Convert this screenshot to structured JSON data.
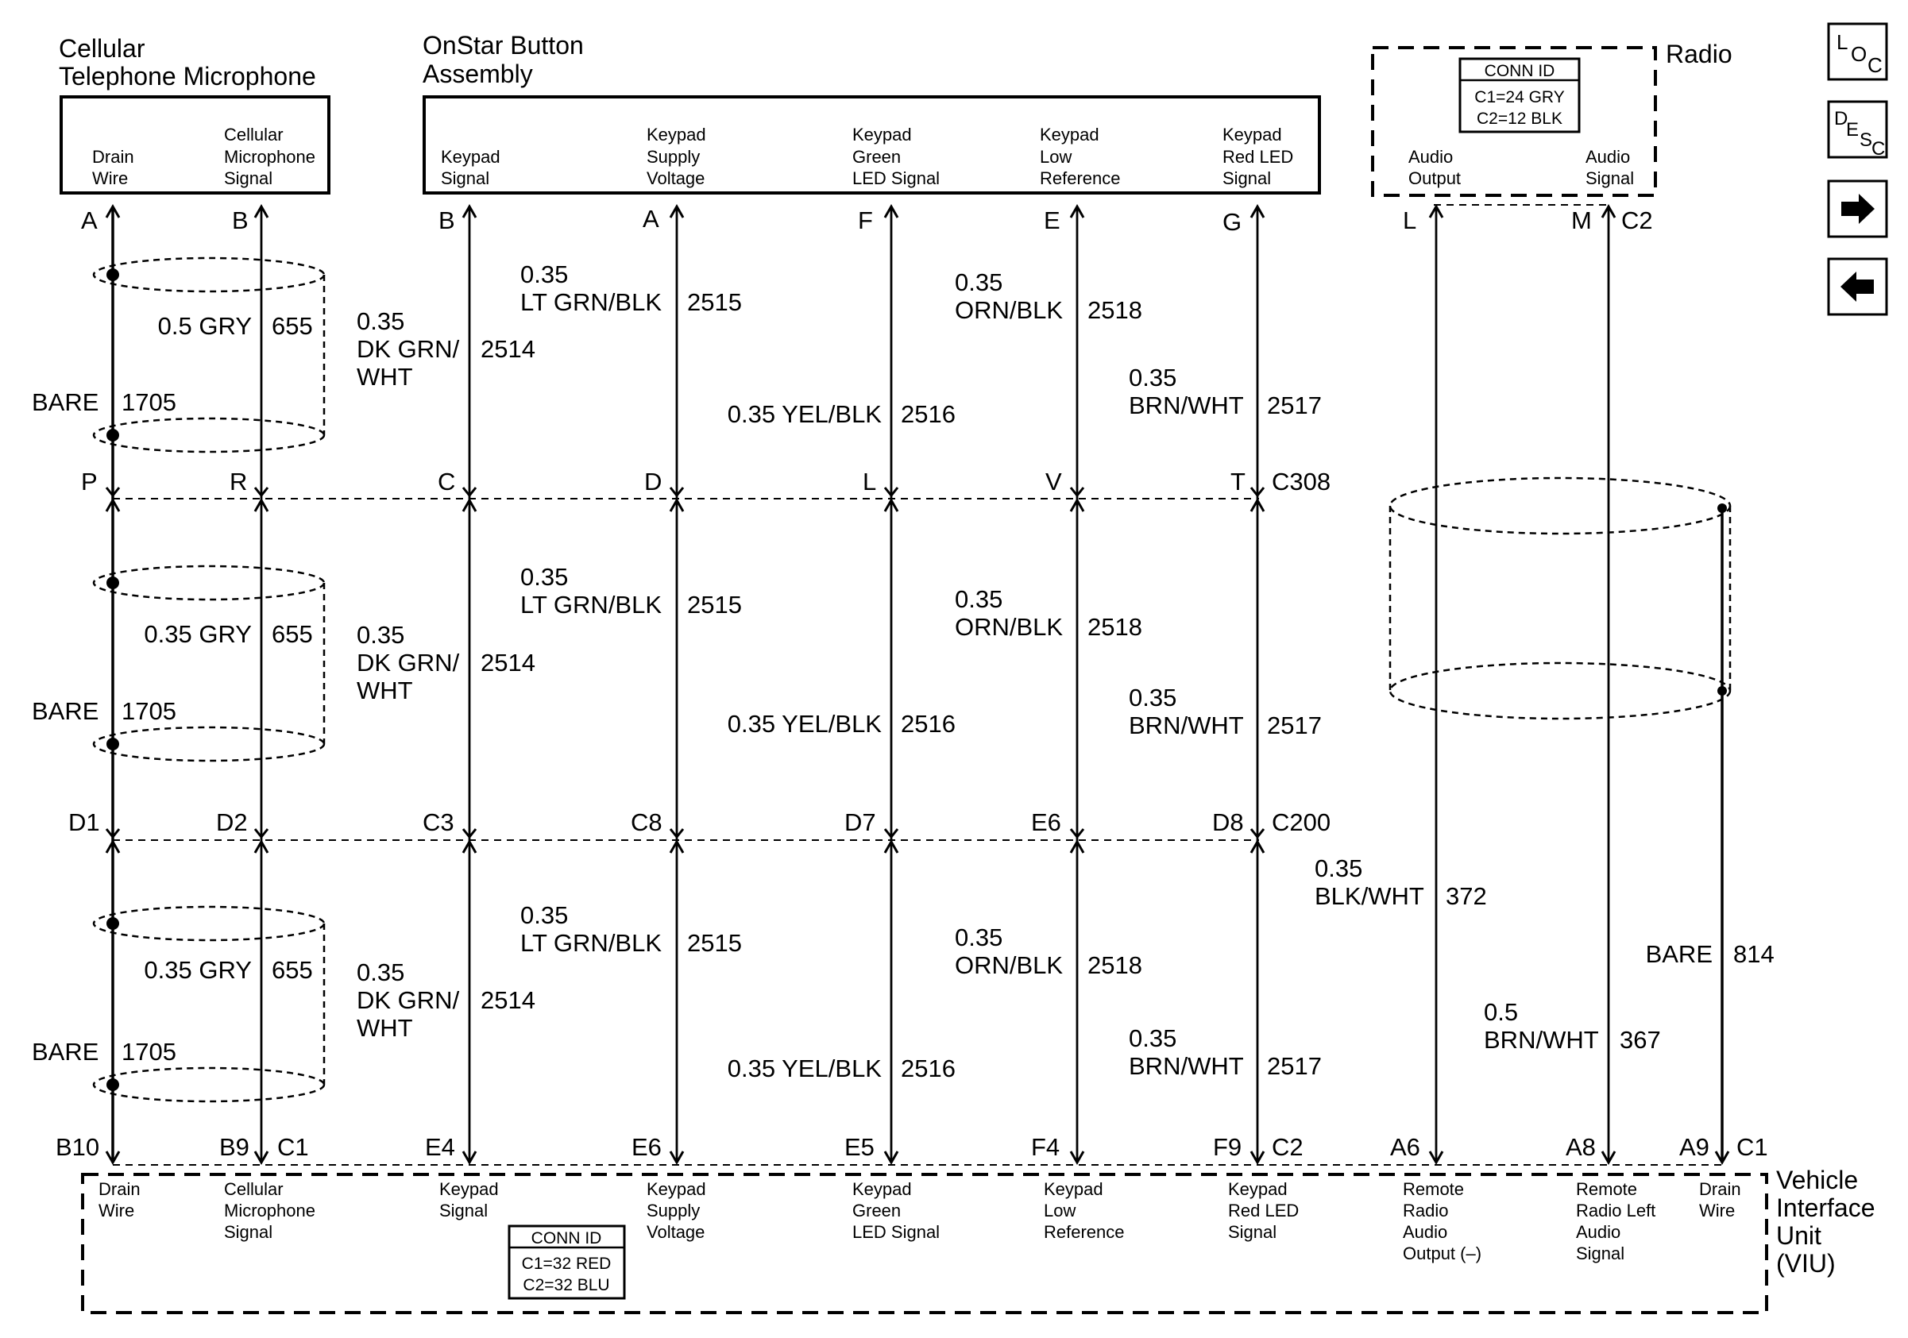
{
  "components": {
    "cell_mic": {
      "title": [
        "Cellular",
        "Telephone Microphone"
      ],
      "pins": [
        [
          "Drain",
          "Wire"
        ],
        [
          "Cellular",
          "Microphone",
          "Signal"
        ]
      ]
    },
    "onstar": {
      "title": [
        "OnStar Button",
        "Assembly"
      ],
      "pins": [
        [
          "Keypad",
          "Signal"
        ],
        [
          "Keypad",
          "Supply",
          "Voltage"
        ],
        [
          "Keypad",
          "Green",
          "LED Signal"
        ],
        [
          "Keypad",
          "Low",
          "Reference"
        ],
        [
          "Keypad",
          "Red LED",
          "Signal"
        ]
      ]
    },
    "radio": {
      "title": "Radio",
      "pins": [
        [
          "Audio",
          "Output"
        ],
        [
          "Audio",
          "Signal"
        ]
      ],
      "conn_id": {
        "title": "CONN ID",
        "lines": [
          "C1=24 GRY",
          "C2=12 BLK"
        ]
      }
    },
    "viu": {
      "title": [
        "Vehicle",
        "Interface",
        "Unit",
        "(VIU)"
      ],
      "pins": [
        [
          "Drain",
          "Wire"
        ],
        [
          "Cellular",
          "Microphone",
          "Signal"
        ],
        [
          "Keypad",
          "Signal"
        ],
        [
          "Keypad",
          "Supply",
          "Voltage"
        ],
        [
          "Keypad",
          "Green",
          "LED Signal"
        ],
        [
          "Keypad",
          "Low",
          "Reference"
        ],
        [
          "Keypad",
          "Red LED",
          "Signal"
        ],
        [
          "Remote",
          "Radio",
          "Audio",
          "Output (–)"
        ],
        [
          "Remote",
          "Radio Left",
          "Audio",
          "Signal"
        ],
        [
          "Drain",
          "Wire"
        ]
      ],
      "conn_id": {
        "title": "CONN ID",
        "lines": [
          "C1=32 RED",
          "C2=32 BLU"
        ]
      }
    }
  },
  "connectors": {
    "top_pins": [
      "A",
      "B",
      "B",
      "A",
      "F",
      "E",
      "G",
      "L",
      "M"
    ],
    "radio_connector": "C2",
    "c308": {
      "name": "C308",
      "pins": [
        "P",
        "R",
        "C",
        "D",
        "L",
        "V",
        "T"
      ]
    },
    "c200": {
      "name": "C200",
      "pins": [
        "D1",
        "D2",
        "C3",
        "C8",
        "D7",
        "E6",
        "D8"
      ]
    },
    "viu_pins": [
      "B10",
      "B9",
      "E4",
      "E6",
      "E5",
      "F4",
      "F9",
      "A6",
      "A8",
      "A9"
    ],
    "viu_conn_c1": "C1",
    "viu_conn_c2": "C2"
  },
  "wires": {
    "seg1": {
      "drain": {
        "color": "BARE",
        "circuit": "1705"
      },
      "mic": {
        "color": "0.5 GRY",
        "circuit": "655"
      },
      "keypad_signal": {
        "lines": [
          "0.35",
          "DK GRN/",
          "WHT"
        ],
        "circuit": "2514"
      },
      "supply": {
        "lines": [
          "0.35",
          "LT GRN/BLK"
        ],
        "circuit": "2515"
      },
      "green_led": {
        "color": "0.35 YEL/BLK",
        "circuit": "2516"
      },
      "low_ref": {
        "lines": [
          "0.35",
          "ORN/BLK"
        ],
        "circuit": "2518"
      },
      "red_led": {
        "lines": [
          "0.35",
          "BRN/WHT"
        ],
        "circuit": "2517"
      }
    },
    "seg2": {
      "drain": {
        "color": "BARE",
        "circuit": "1705"
      },
      "mic": {
        "color": "0.35 GRY",
        "circuit": "655"
      },
      "keypad_signal": {
        "lines": [
          "0.35",
          "DK GRN/",
          "WHT"
        ],
        "circuit": "2514"
      },
      "supply": {
        "lines": [
          "0.35",
          "LT GRN/BLK"
        ],
        "circuit": "2515"
      },
      "green_led": {
        "color": "0.35 YEL/BLK",
        "circuit": "2516"
      },
      "low_ref": {
        "lines": [
          "0.35",
          "ORN/BLK"
        ],
        "circuit": "2518"
      },
      "red_led": {
        "lines": [
          "0.35",
          "BRN/WHT"
        ],
        "circuit": "2517"
      }
    },
    "seg3": {
      "drain": {
        "color": "BARE",
        "circuit": "1705"
      },
      "mic": {
        "color": "0.35 GRY",
        "circuit": "655"
      },
      "keypad_signal": {
        "lines": [
          "0.35",
          "DK GRN/",
          "WHT"
        ],
        "circuit": "2514"
      },
      "supply": {
        "lines": [
          "0.35",
          "LT GRN/BLK"
        ],
        "circuit": "2515"
      },
      "green_led": {
        "color": "0.35 YEL/BLK",
        "circuit": "2516"
      },
      "low_ref": {
        "lines": [
          "0.35",
          "ORN/BLK"
        ],
        "circuit": "2518"
      },
      "red_led": {
        "lines": [
          "0.35",
          "BRN/WHT"
        ],
        "circuit": "2517"
      }
    },
    "radio_out": {
      "lines": [
        "0.35",
        "BLK/WHT"
      ],
      "circuit": "372"
    },
    "radio_sig": {
      "lines": [
        "0.5",
        "BRN/WHT"
      ],
      "circuit": "367"
    },
    "radio_drain": {
      "color": "BARE",
      "circuit": "814"
    }
  },
  "nav": {
    "loc": {
      "chars": [
        "L",
        "O",
        "C"
      ]
    },
    "desc": {
      "chars": [
        "D",
        "E",
        "S",
        "C"
      ]
    },
    "next_icon": "arrow-right-icon",
    "prev_icon": "arrow-left-icon"
  }
}
